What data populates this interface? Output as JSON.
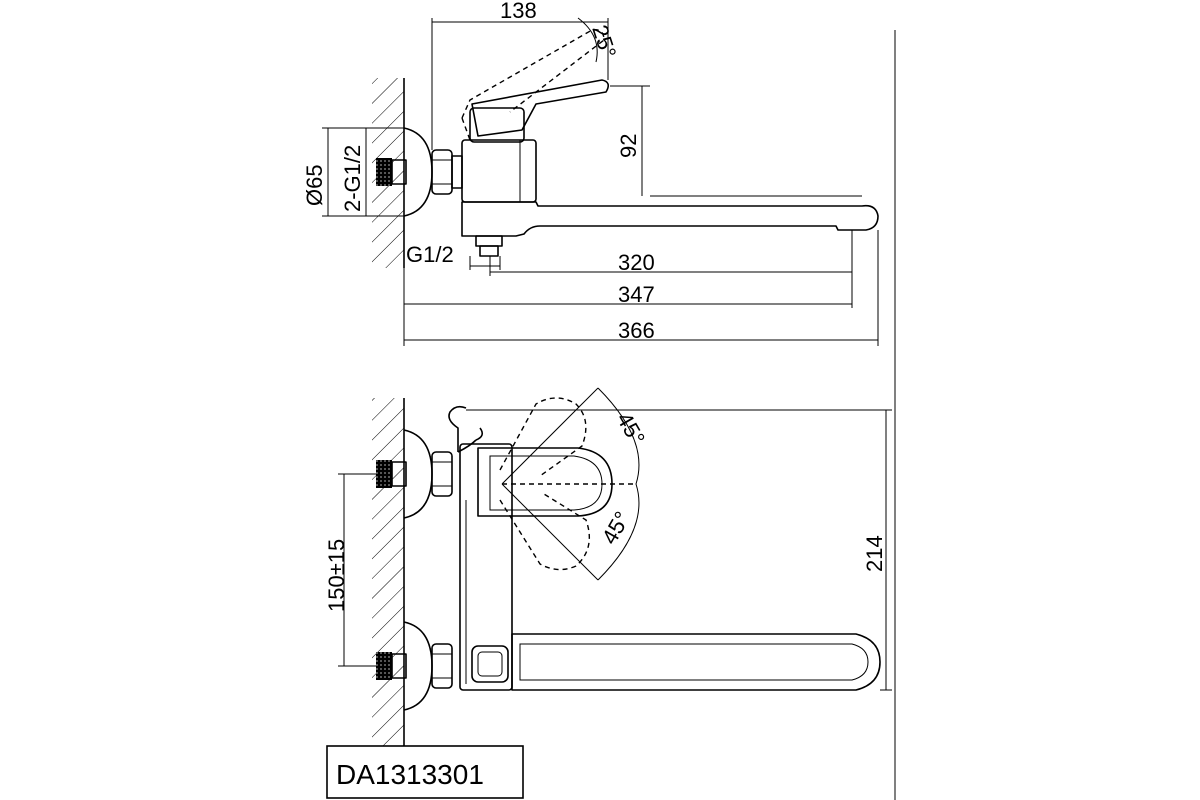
{
  "model": "DA1313301",
  "dimensions": {
    "width_138": "138",
    "angle_top": "25°",
    "height_92": "92",
    "diameter_65": "Ø65",
    "inlet_thread": "2-G1/2",
    "outlet_thread": "G1/2",
    "length_320": "320",
    "length_347": "347",
    "length_366": "366",
    "angle_upper": "45°",
    "angle_lower": "45°",
    "center_distance": "150±15",
    "height_214": "214"
  }
}
